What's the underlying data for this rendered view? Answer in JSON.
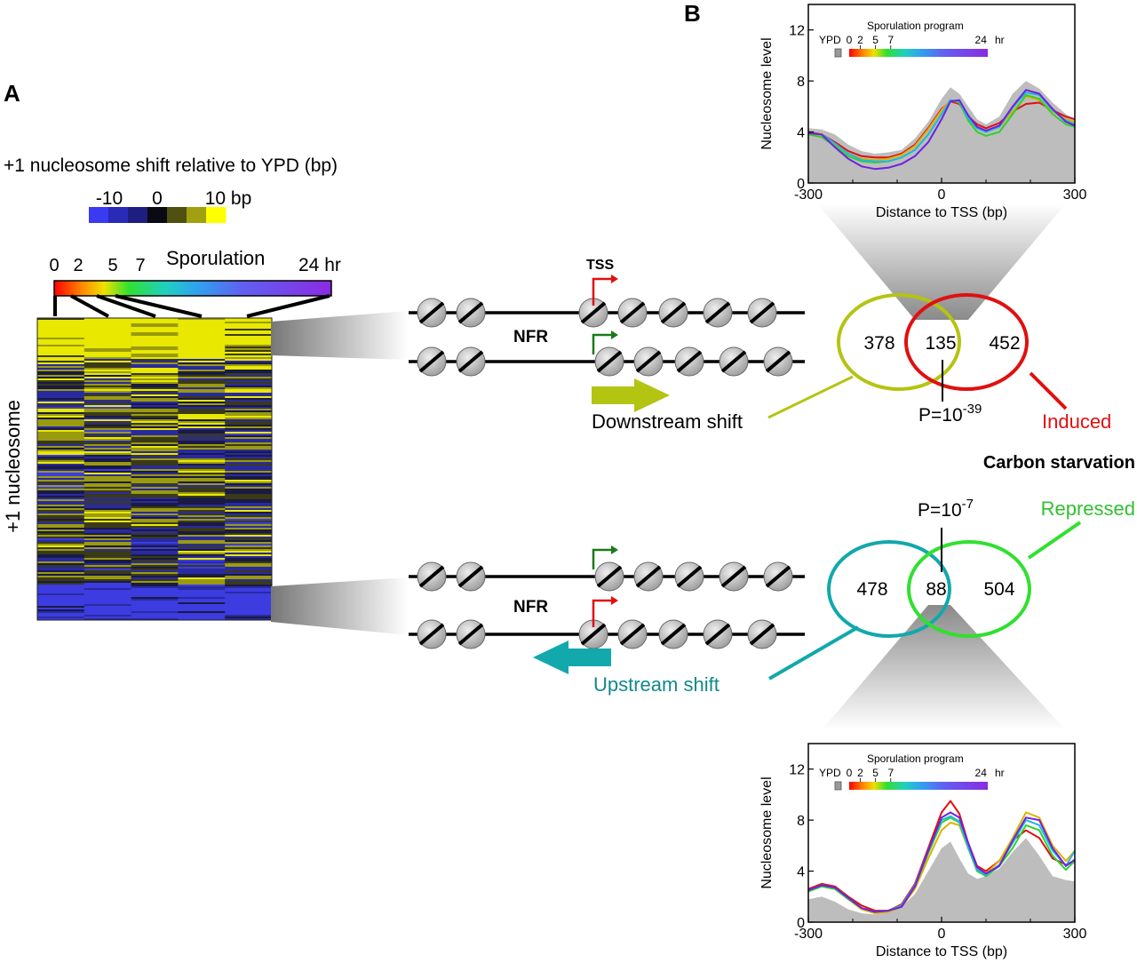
{
  "panel_labels": {
    "a": "A",
    "b": "B"
  },
  "colorbar": {
    "title": "+1 nucleosome shift relative to YPD (bp)",
    "ticks": [
      "-10",
      "0",
      "10 bp"
    ],
    "colors": [
      "#3a3af0",
      "#2a2ab8",
      "#1e1e80",
      "#0a0a14",
      "#505010",
      "#a0a010",
      "#ffff00"
    ]
  },
  "sporulation": {
    "label": "Sporulation",
    "ticks": [
      "0",
      "2",
      "5",
      "7"
    ],
    "end_tick": "24 hr"
  },
  "heatmap": {
    "ylabel": "+1 nucleosome"
  },
  "diagram": {
    "tss_label": "TSS",
    "nfr_label": "NFR",
    "downstream_label": "Downstream shift",
    "upstream_label": "Upstream shift"
  },
  "venn_top": {
    "left": "378",
    "middle": "135",
    "right": "452",
    "p_value": "P=10",
    "p_exp": "-39",
    "induced_label": "Induced"
  },
  "carbon_label": "Carbon starvation",
  "venn_bottom": {
    "left": "478",
    "middle": "88",
    "right": "504",
    "p_value": "P=10",
    "p_exp": "-7",
    "repressed_label": "Repressed"
  },
  "legend_text": {
    "program_label": "Sporulation  program",
    "ypd": "YPD",
    "ticks": [
      "0",
      "2",
      "5",
      "7",
      "24"
    ],
    "unit": "hr"
  },
  "chart_data": [
    {
      "type": "line",
      "xlabel": "Distance to TSS (bp)",
      "ylabel": "Nucleosome  level",
      "xlim": [
        -300,
        300
      ],
      "ylim": [
        0,
        14
      ],
      "xticks": [
        "-300",
        "0",
        "300"
      ],
      "yticks": [
        "0",
        "4",
        "8",
        "12"
      ],
      "x": [
        -300,
        -270,
        -240,
        -210,
        -180,
        -150,
        -120,
        -90,
        -60,
        -30,
        0,
        20,
        40,
        60,
        80,
        100,
        130,
        160,
        190,
        220,
        250,
        280,
        300
      ],
      "series": [
        {
          "name": "YPD",
          "color": "#bdbdbd",
          "values": [
            4.3,
            4.2,
            3.8,
            3.0,
            2.5,
            2.3,
            2.4,
            2.6,
            3.5,
            4.8,
            6.6,
            7.5,
            7.0,
            6.0,
            5.0,
            4.6,
            5.2,
            7.0,
            8.0,
            7.4,
            6.3,
            5.4,
            5.0
          ]
        },
        {
          "name": "0",
          "color": "#e01010",
          "values": [
            4.0,
            3.8,
            3.2,
            2.5,
            2.1,
            2.0,
            2.0,
            2.3,
            3.0,
            4.3,
            5.8,
            6.4,
            6.2,
            5.2,
            4.6,
            4.3,
            4.7,
            5.6,
            6.2,
            6.3,
            5.7,
            5.2,
            5.0
          ]
        },
        {
          "name": "2",
          "color": "#e0b000",
          "values": [
            3.9,
            3.7,
            3.0,
            2.3,
            1.9,
            1.8,
            1.9,
            2.2,
            2.9,
            4.2,
            5.7,
            6.5,
            6.3,
            5.1,
            4.4,
            4.1,
            4.4,
            5.6,
            6.8,
            6.5,
            5.6,
            5.0,
            4.8
          ]
        },
        {
          "name": "5",
          "color": "#30d030",
          "values": [
            3.8,
            3.6,
            2.9,
            2.1,
            1.7,
            1.6,
            1.7,
            2.0,
            2.6,
            3.8,
            5.4,
            6.5,
            6.3,
            4.9,
            4.0,
            3.7,
            4.0,
            5.4,
            6.9,
            6.6,
            5.4,
            4.6,
            4.4
          ]
        },
        {
          "name": "7",
          "color": "#20b8e0",
          "values": [
            3.9,
            3.8,
            3.1,
            2.3,
            1.8,
            1.7,
            1.7,
            2.0,
            2.6,
            3.8,
            5.4,
            6.5,
            6.4,
            5.1,
            4.3,
            4.0,
            4.4,
            5.9,
            7.1,
            6.9,
            5.7,
            4.9,
            4.6
          ]
        },
        {
          "name": "24",
          "color": "#7020e0",
          "values": [
            3.9,
            3.8,
            2.8,
            1.9,
            1.3,
            1.1,
            1.2,
            1.5,
            2.1,
            3.2,
            5.0,
            6.4,
            6.5,
            5.3,
            4.4,
            4.1,
            4.5,
            6.0,
            7.3,
            7.0,
            5.8,
            4.8,
            4.5
          ]
        }
      ]
    },
    {
      "type": "line",
      "xlabel": "Distance to TSS (bp)",
      "ylabel": "Nucleosome  level",
      "xlim": [
        -300,
        300
      ],
      "ylim": [
        0,
        14
      ],
      "xticks": [
        "-300",
        "0",
        "300"
      ],
      "yticks": [
        "0",
        "4",
        "8",
        "12"
      ],
      "x": [
        -300,
        -270,
        -240,
        -210,
        -180,
        -150,
        -120,
        -90,
        -60,
        -30,
        0,
        20,
        40,
        60,
        80,
        100,
        130,
        160,
        190,
        220,
        250,
        280,
        300
      ],
      "series": [
        {
          "name": "YPD",
          "color": "#bdbdbd",
          "values": [
            1.8,
            2.0,
            1.6,
            1.0,
            0.7,
            0.6,
            0.8,
            1.2,
            2.2,
            4.0,
            5.8,
            6.3,
            5.0,
            3.8,
            3.4,
            3.6,
            4.2,
            5.5,
            6.6,
            5.2,
            3.6,
            3.3,
            3.2
          ]
        },
        {
          "name": "0",
          "color": "#e01010",
          "values": [
            2.6,
            3.0,
            2.8,
            2.0,
            1.3,
            0.9,
            0.9,
            1.4,
            3.0,
            5.8,
            8.6,
            9.5,
            8.5,
            6.2,
            4.4,
            4.0,
            4.8,
            6.4,
            7.2,
            6.6,
            5.0,
            4.5,
            4.8
          ]
        },
        {
          "name": "2",
          "color": "#e0b000",
          "values": [
            2.4,
            2.8,
            2.6,
            1.8,
            1.0,
            0.7,
            0.8,
            1.2,
            2.6,
            5.0,
            7.2,
            7.8,
            7.6,
            5.8,
            4.1,
            3.8,
            4.8,
            6.6,
            8.6,
            8.2,
            6.0,
            4.8,
            5.6
          ]
        },
        {
          "name": "5",
          "color": "#30d030",
          "values": [
            2.4,
            2.8,
            2.6,
            1.8,
            1.1,
            0.8,
            0.9,
            1.3,
            2.8,
            5.4,
            7.8,
            8.2,
            7.8,
            5.8,
            4.0,
            3.6,
            4.4,
            5.8,
            7.6,
            7.2,
            5.2,
            4.1,
            4.8
          ]
        },
        {
          "name": "7",
          "color": "#20b8e0",
          "values": [
            2.5,
            2.9,
            2.7,
            1.9,
            1.1,
            0.8,
            0.9,
            1.3,
            2.9,
            5.6,
            8.0,
            8.3,
            7.9,
            5.9,
            4.1,
            3.7,
            4.5,
            6.2,
            8.0,
            7.6,
            5.6,
            4.4,
            5.6
          ]
        },
        {
          "name": "24",
          "color": "#7020e0",
          "values": [
            2.5,
            2.9,
            2.7,
            1.9,
            1.1,
            0.8,
            0.9,
            1.2,
            2.8,
            5.6,
            8.2,
            8.6,
            8.2,
            6.2,
            4.3,
            3.8,
            4.4,
            6.4,
            8.2,
            8.0,
            5.8,
            4.4,
            4.9
          ]
        }
      ]
    }
  ]
}
